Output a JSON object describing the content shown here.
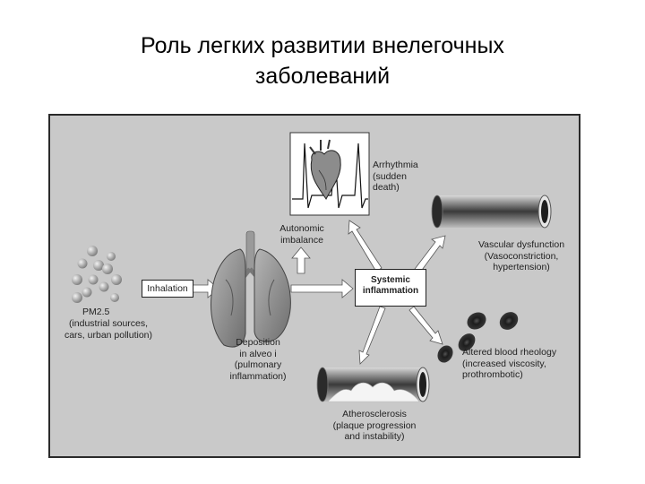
{
  "slide": {
    "title_line1": "Роль легких развитии  внелегочных",
    "title_line2": "заболеваний"
  },
  "diagram": {
    "source": {
      "pm_label": "PM2.5",
      "sources": "(industrial sources, cars, urban pollution)"
    },
    "inhalation": "Inhalation",
    "deposition": [
      "Deposition",
      "in alveo i",
      "(pulmonary",
      "inflammation)"
    ],
    "autonomic": [
      "Autonomic",
      "imbalance"
    ],
    "systemic": [
      "Systemic",
      "inflammation"
    ],
    "arrhythmia": [
      "Arrhythmia",
      "(sudden",
      "death)"
    ],
    "vascular": [
      "Vascular dysfunction",
      "(Vasoconstriction,",
      "hypertension)"
    ],
    "blood": [
      "Altered blood rheology",
      "(increased viscosity,",
      "prothrombotic)"
    ],
    "athero": [
      "Atherosclerosis",
      "(plaque progression",
      "and instability)"
    ]
  },
  "colors": {
    "panel_bg": "#c9c9c9",
    "arrow": "#ffffff",
    "organ": "#8a8a8a"
  },
  "icons": [
    "particle-icon",
    "lungs-icon",
    "heart-ecg-icon",
    "blood-vessel-icon",
    "red-blood-cell-icon",
    "plaque-vessel-icon"
  ]
}
